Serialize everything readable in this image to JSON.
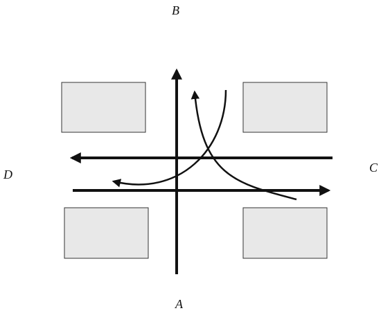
{
  "labels": {
    "north": "B",
    "south": "A",
    "east": "C",
    "west": "D"
  },
  "colors": {
    "stroke": "#111111",
    "block_fill": "#e8e8e8",
    "block_stroke": "#333333",
    "background": "#ffffff"
  }
}
